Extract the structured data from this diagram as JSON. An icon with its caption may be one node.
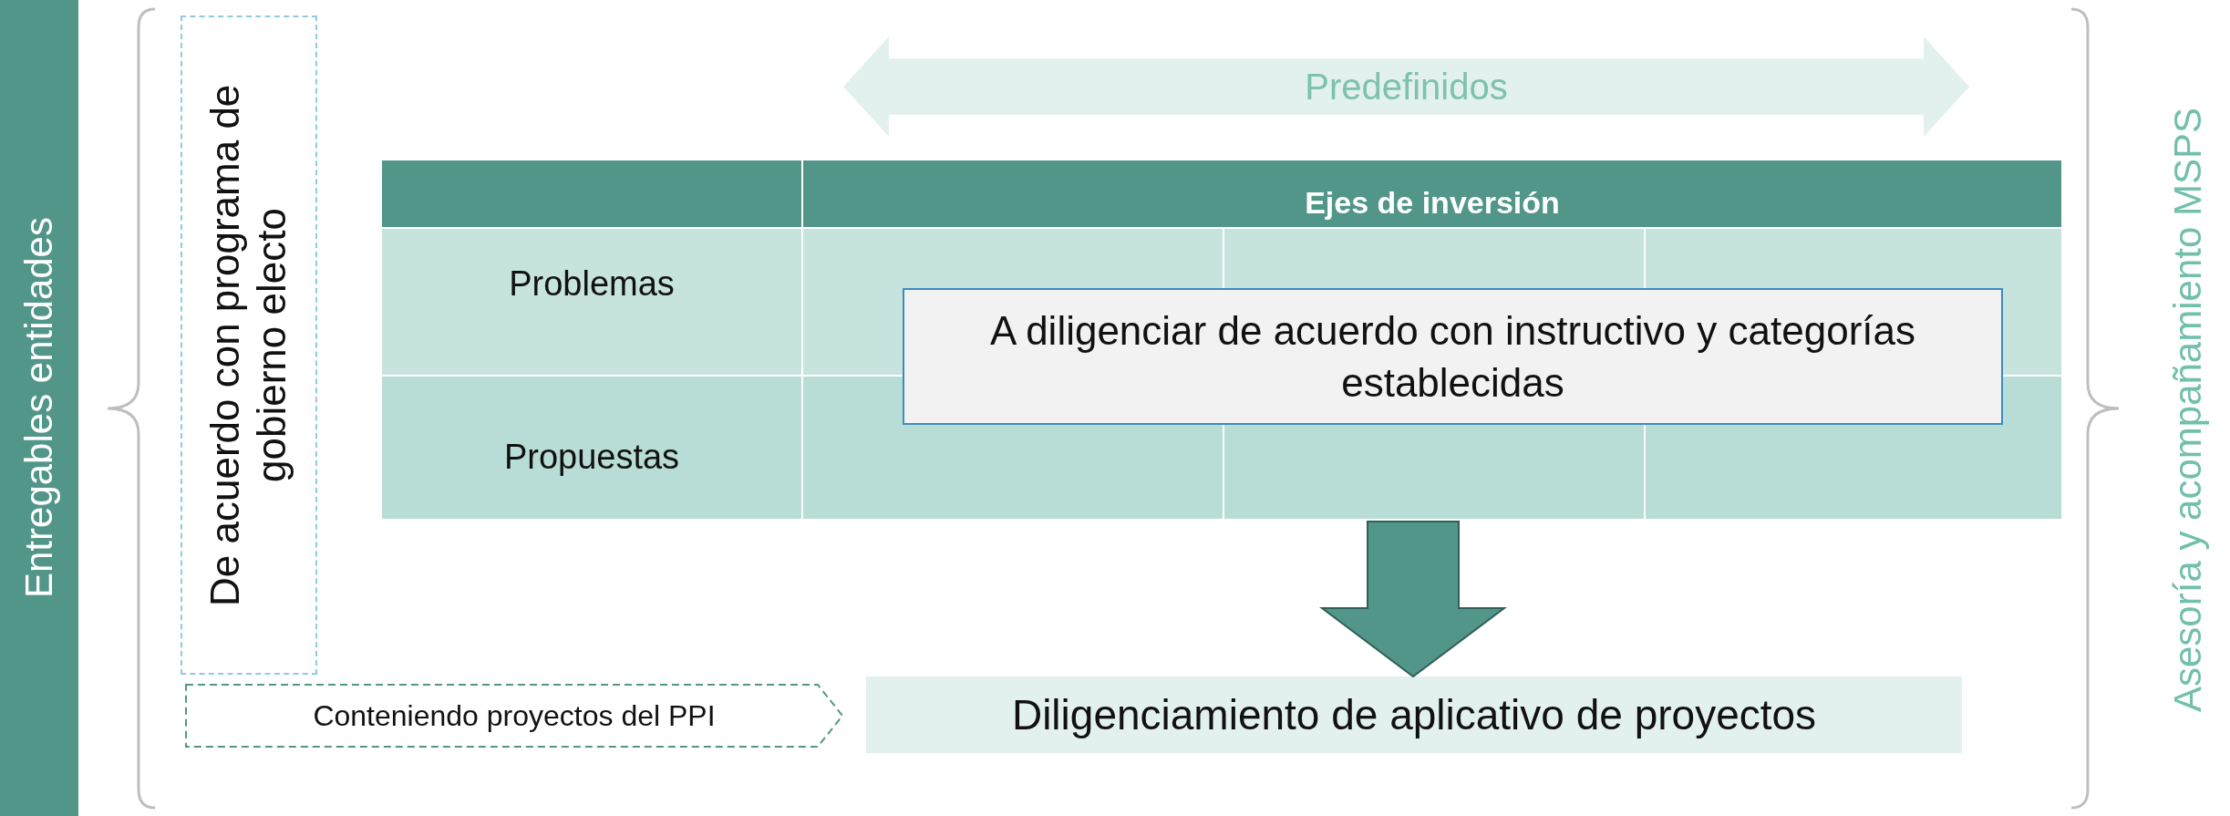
{
  "diagram": {
    "nodes": [
      {
        "text": [
          "Entregables entidades"
        ]
      },
      {
        "text": [
          "De acuerdo con programa de gobierno electo"
        ]
      },
      {
        "text": [
          "Predefinidos"
        ]
      },
      {
        "text": [
          "A diligenciar de acuerdo con instructivo y categorías establecidas"
        ]
      },
      {
        "text": [
          "Conteniendo proyectos del PPI"
        ]
      },
      {
        "text": [
          "Diligenciamiento de aplicativo de proyectos"
        ]
      }
    ],
    "edges": [
      {
        "from": null,
        "to": 5,
        "arrow": "to"
      }
    ],
    "labels": [
      "Ejes de inversión",
      "Problemas",
      "Propuestas",
      "Asesoría y acompañamiento MSPS"
    ]
  }
}
